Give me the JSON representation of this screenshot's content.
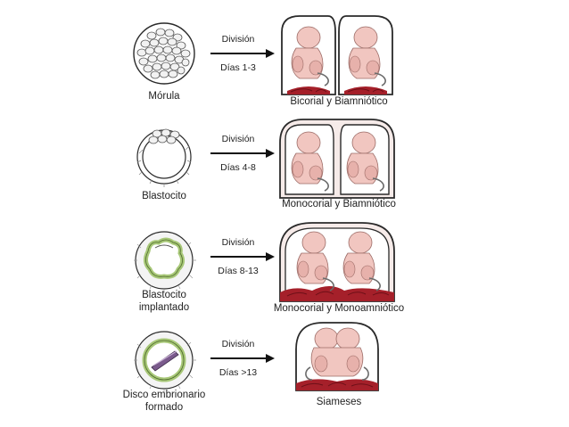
{
  "colors": {
    "outline": "#2a2a2a",
    "fetus_skin": "#f1c6c0",
    "fetus_shadow": "#d99b95",
    "placenta": "#a5202a",
    "placenta_dark": "#6e1018",
    "sac_fill": "#f6ebe9",
    "blastocyst_ring": "#a8c878",
    "cell_fill": "#f2f2f2"
  },
  "rows": [
    {
      "stage_label": "Mórula",
      "stage_icon": "morula-icon",
      "division_label": "División",
      "days_label": "Días 1-3",
      "result_label": "Bicorial y Biamniótico",
      "result_icon": "dichorionic-diamniotic-twins-icon"
    },
    {
      "stage_label": "Blastocito",
      "stage_icon": "blastocyst-icon",
      "division_label": "División",
      "days_label": "Días 4-8",
      "result_label": "Monocorial y Biamniótico",
      "result_icon": "monochorionic-diamniotic-twins-icon"
    },
    {
      "stage_label": "Blastocito\nimplantado",
      "stage_icon": "implanted-blastocyst-icon",
      "division_label": "División",
      "days_label": "Días 8-13",
      "result_label": "Monocorial y Monoamniótico",
      "result_icon": "monochorionic-monoamniotic-twins-icon"
    },
    {
      "stage_label": "Disco embrionario\nformado",
      "stage_icon": "embryonic-disc-icon",
      "division_label": "División",
      "days_label": "Días >13",
      "result_label": "Siameses",
      "result_icon": "conjoined-twins-icon"
    }
  ]
}
